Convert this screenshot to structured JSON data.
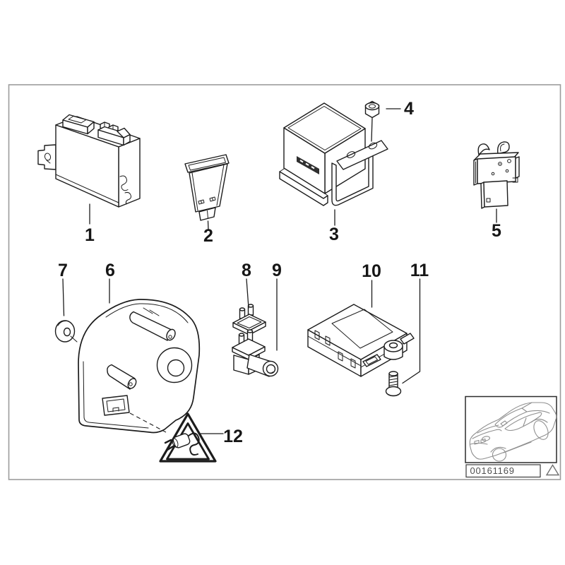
{
  "diagram": {
    "background": "#ffffff",
    "frame_color": "#9c9c9c",
    "line_color": "#1c1c1c",
    "callouts": [
      {
        "label": "1"
      },
      {
        "label": "2"
      },
      {
        "label": "3"
      },
      {
        "label": "4"
      },
      {
        "label": "5"
      },
      {
        "label": "6"
      },
      {
        "label": "7"
      },
      {
        "label": "8"
      },
      {
        "label": "9"
      },
      {
        "label": "10"
      },
      {
        "label": "11"
      },
      {
        "label": "12"
      }
    ],
    "thumbnail": {
      "part_number": "00161169",
      "car_line_color": "#8f8f8f"
    }
  }
}
